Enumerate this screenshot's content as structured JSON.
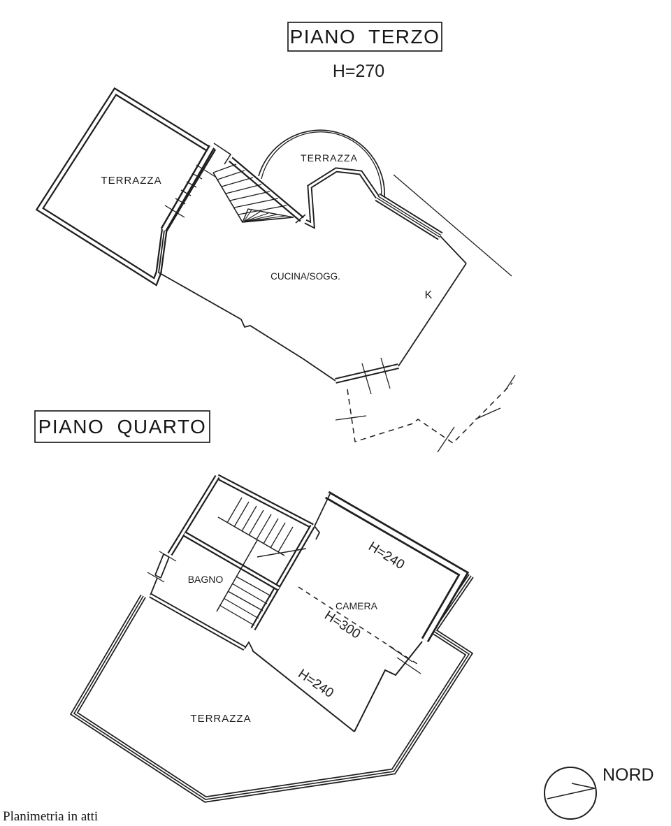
{
  "page": {
    "background": "#ffffff",
    "ink": "#1f1f1f"
  },
  "floor3": {
    "title": "PIANO TERZO",
    "height_note": "H=270",
    "labels": {
      "terrace_left": "TERRAZZA",
      "terrace_top": "TERRAZZA",
      "kitchen_living": "CUCINA/SOGG.",
      "kitchen_marker": "K"
    }
  },
  "floor4": {
    "title": "PIANO QUARTO",
    "labels": {
      "bathroom": "BAGNO",
      "bedroom": "CAMERA",
      "height_upper": "H=240",
      "height_ridge": "H=300",
      "height_lower": "H=240",
      "terrace": "TERRAZZA"
    }
  },
  "compass": {
    "label": "NORD"
  },
  "footer": {
    "note": "Planimetria in atti"
  }
}
